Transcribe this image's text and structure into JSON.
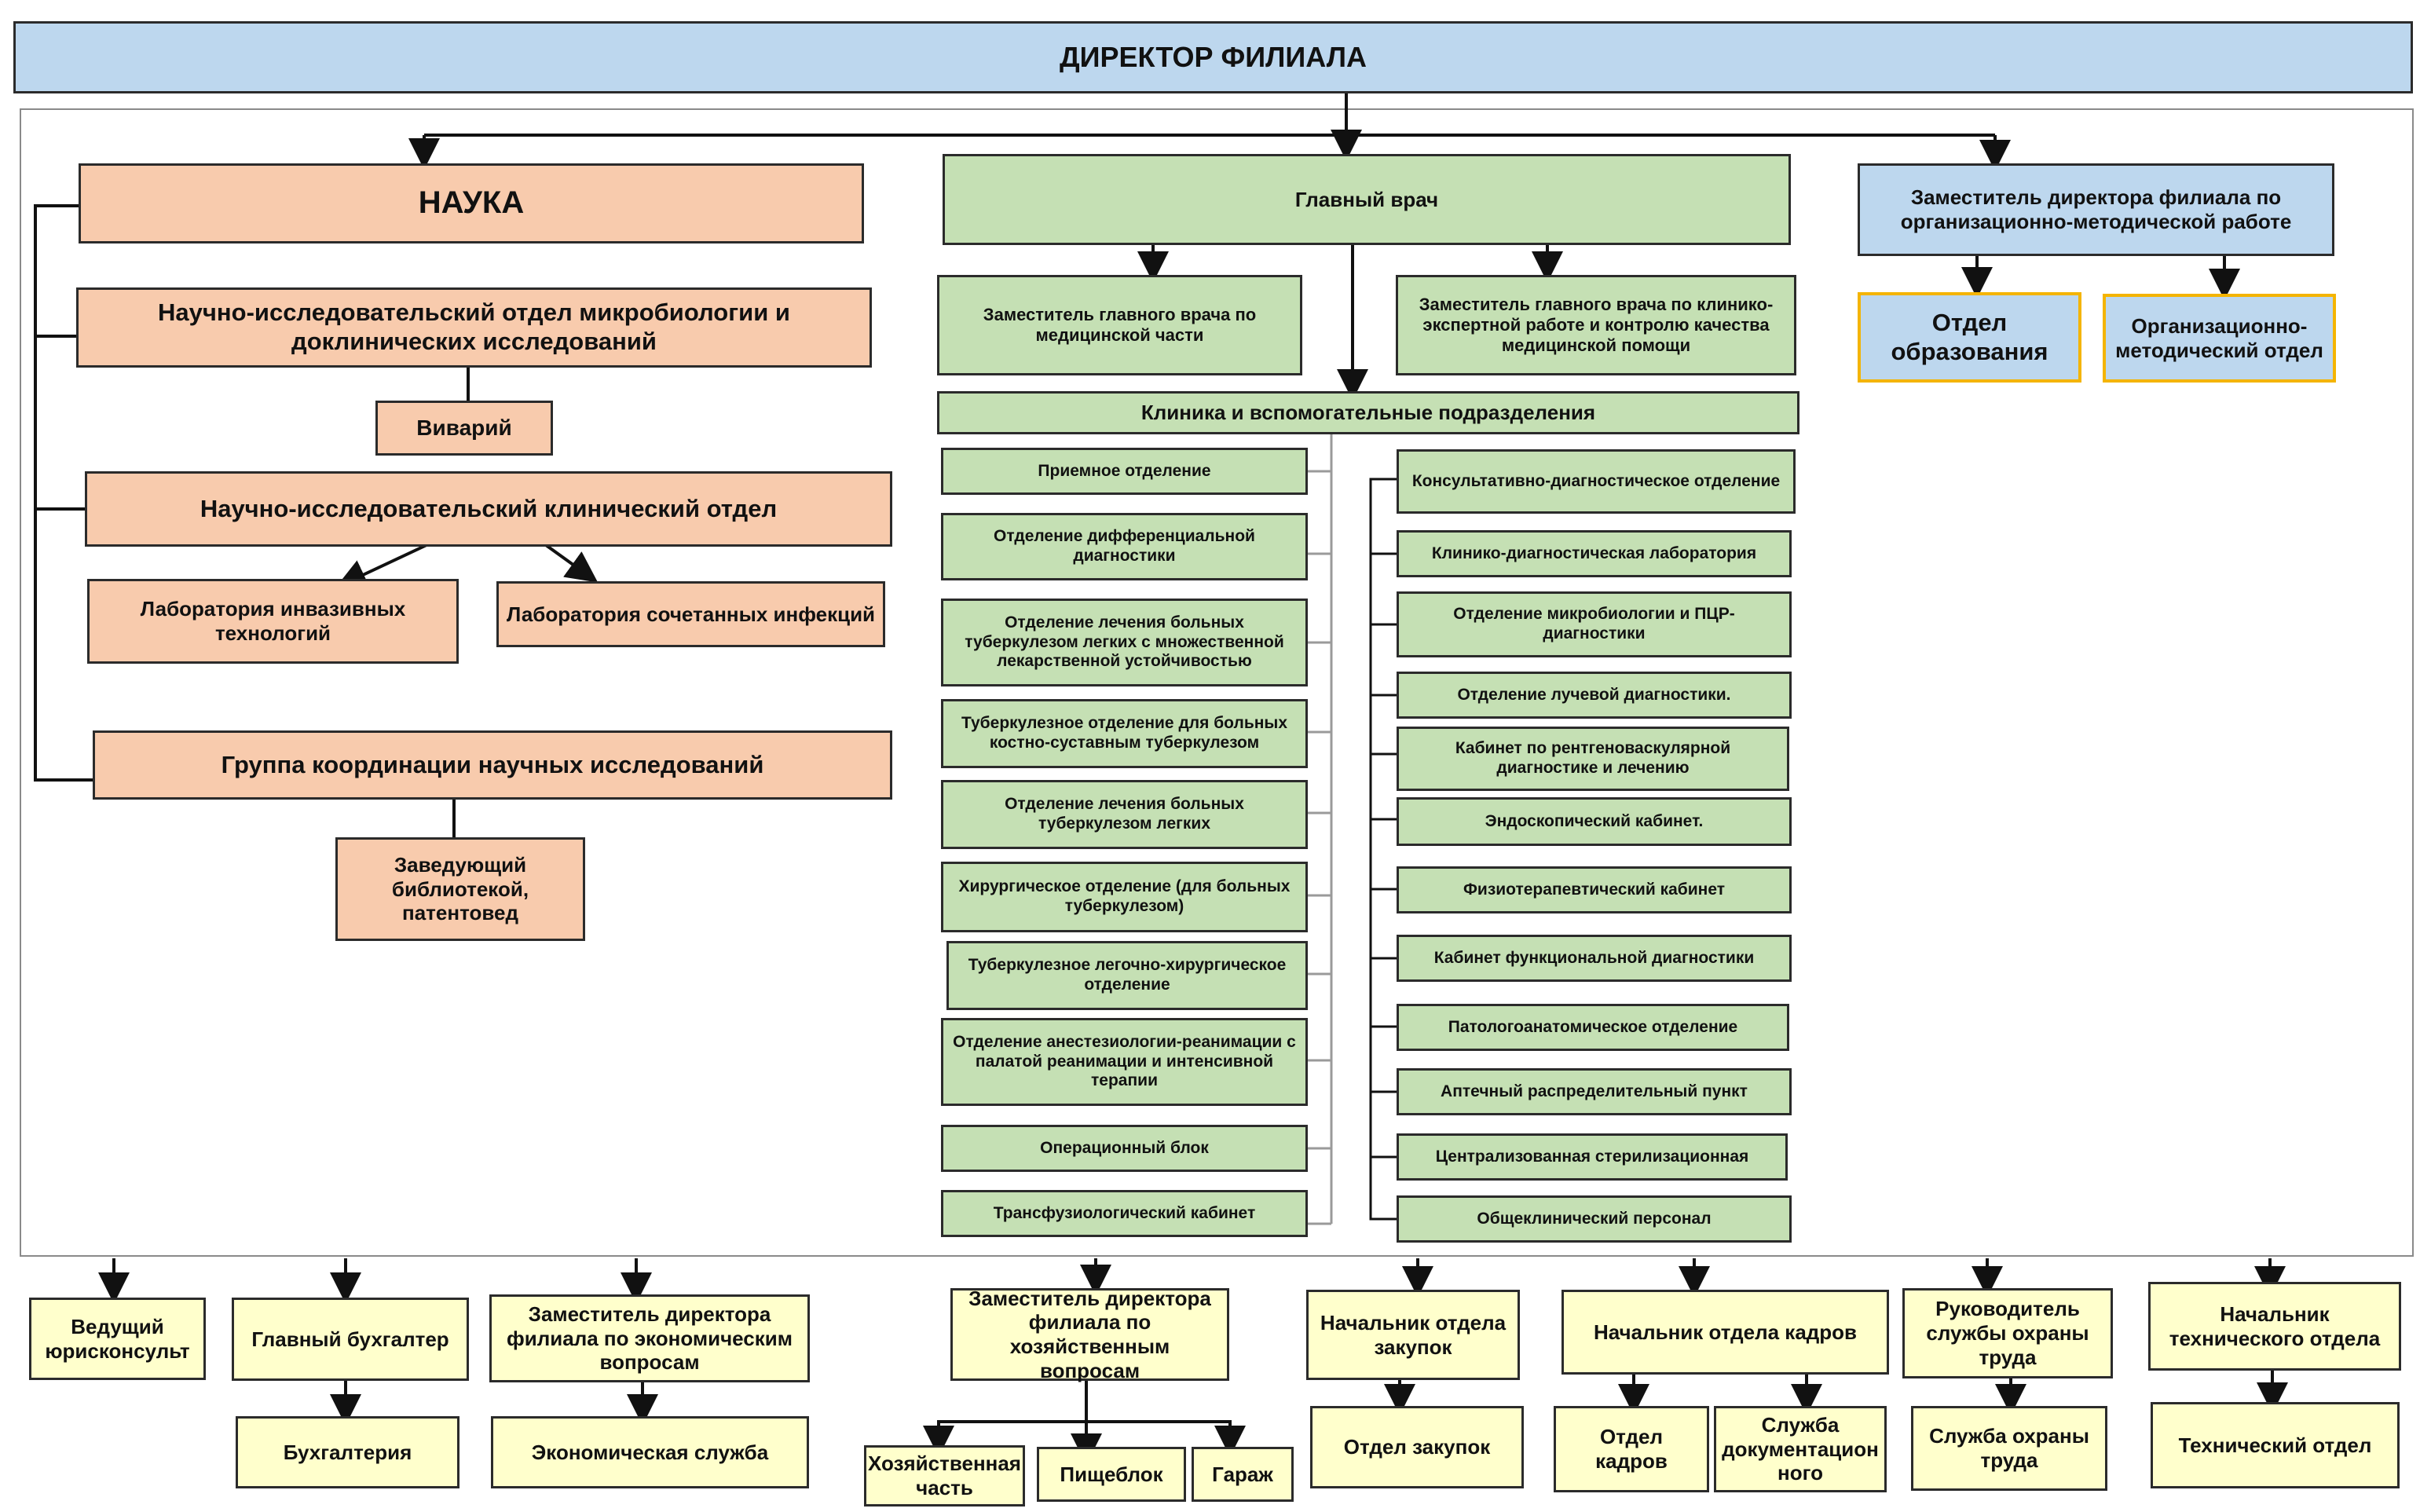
{
  "director": "ДИРЕКТОР ФИЛИАЛА",
  "science": {
    "title": "НАУКА",
    "microbio_dept": "Научно-исследовательский отдел микробиологии и доклинических исследований",
    "vivarium": "Виварий",
    "clinical_dept": "Научно-исследовательский клинический отдел",
    "lab_invasive": "Лаборатория инвазивных технологий",
    "lab_coinfection": "Лаборатория сочетанных инфекций",
    "coord_group": "Группа координации научных исследований",
    "librarian": "Заведующий библиотекой, патентовед"
  },
  "chief_doctor": {
    "title": "Главный врач",
    "deputy_medical": "Заместитель главного врача по медицинской части",
    "deputy_quality": "Заместитель главного врача по клинико-экспертной работе и контролю качества медицинской помощи",
    "clinic_header": "Клиника и вспомогательные подразделения",
    "left_units": [
      "Приемное отделение",
      "Отделение дифференциальной диагностики",
      "Отделение лечения больных туберкулезом легких с множественной лекарственной устойчивостью",
      "Туберкулезное отделение для больных костно-суставным туберкулезом",
      "Отделение лечения больных туберкулезом легких",
      "Хирургическое отделение (для больных туберкулезом)",
      "Туберкулезное легочно-хирургическое отделение",
      "Отделение анестезиологии-реанимации с палатой реанимации и интенсивной терапии",
      "Операционный блок",
      "Трансфузиологический  кабинет"
    ],
    "right_units": [
      "Консультативно-диагностическое отделение",
      "Клинико-диагностическая лаборатория",
      "Отделение микробиологии и ПЦР-диагностики",
      "Отделение лучевой диагностики.",
      "Кабинет по рентгеноваскулярной диагностике и лечению",
      "Эндоскопический кабинет.",
      "Физиотерапевтический кабинет",
      "Кабинет функциональной диагностики",
      "Патологоанатомическое отделение",
      "Аптечный распределительный пункт",
      "Централизованная стерилизационная",
      "Общеклинический персонал"
    ]
  },
  "org_method": {
    "deputy": "Заместитель директора филиала по организационно-методической работе",
    "education": "Отдел образования",
    "method_dept": "Организационно-методический отдел"
  },
  "bottom": {
    "lawyer": "Ведущий юрисконсульт",
    "accountant": "Главный бухгалтер",
    "accounting": "Бухгалтерия",
    "deputy_econ": "Заместитель директора филиала по экономическим вопросам",
    "econ_service": "Экономическая служба",
    "deputy_household": "Заместитель директора филиала по хозяйственным вопросам",
    "household_part": "Хозяйственная часть",
    "canteen": "Пищеблок",
    "garage": "Гараж",
    "procurement_head": "Начальник отдела закупок",
    "procurement_dept": "Отдел закупок",
    "hr_head": "Начальник отдела кадров",
    "hr_dept": "Отдел кадров",
    "doc_service": "Служба документацион ного",
    "safety_head": "Руководитель службы охраны труда",
    "safety_service": "Служба охраны труда",
    "tech_head": "Начальник технического отдела",
    "tech_dept": "Технический отдел"
  }
}
